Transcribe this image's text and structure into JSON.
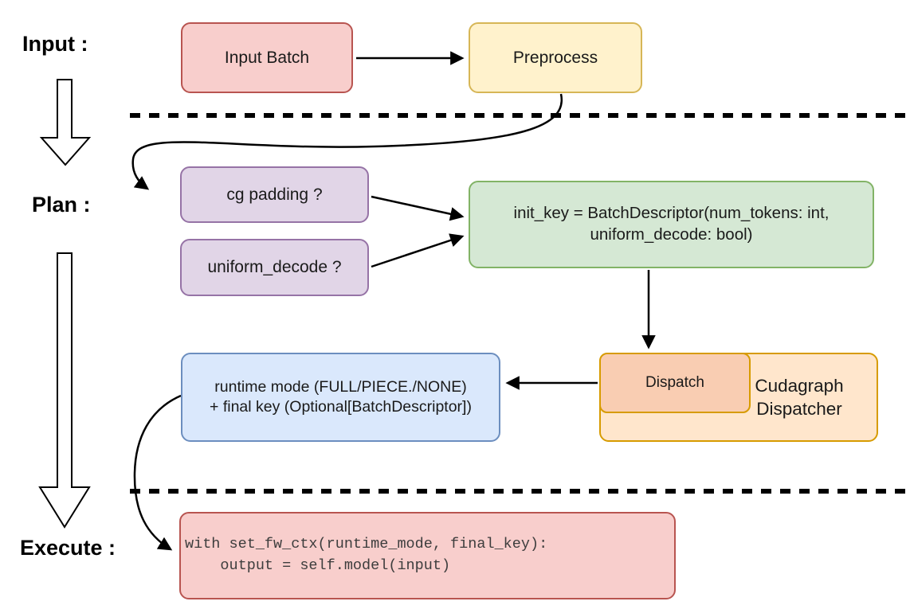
{
  "diagram": {
    "stages": {
      "input": "Input :",
      "plan": "Plan :",
      "execute": "Execute :"
    },
    "nodes": {
      "input_batch": {
        "label": "Input Batch",
        "fill": "#F8CECC",
        "stroke": "#B85450"
      },
      "preprocess": {
        "label": "Preprocess",
        "fill": "#FFF2CC",
        "stroke": "#D6B656"
      },
      "cg_padding": {
        "label": "cg padding ?",
        "fill": "#E1D5E7",
        "stroke": "#9673A6"
      },
      "uniform_decode": {
        "label": "uniform_decode ?",
        "fill": "#E1D5E7",
        "stroke": "#9673A6"
      },
      "init_key": {
        "line1": "init_key = BatchDescriptor(num_tokens: int,",
        "line2": "uniform_decode: bool)",
        "fill": "#D5E8D4",
        "stroke": "#82B366"
      },
      "dispatch": {
        "label": "Dispatch",
        "fill": "#F9CDB2",
        "stroke": "#D79B00"
      },
      "cudagraph_dispatcher": {
        "line1": "Cudagraph",
        "line2": "Dispatcher",
        "fill": "#FFE6CC",
        "stroke": "#D79B00"
      },
      "runtime_mode_key": {
        "line1": "runtime mode (FULL/PIECE./NONE)",
        "line2": "+ final key (Optional[BatchDescriptor])",
        "fill": "#DAE8FC",
        "stroke": "#6C8EBF"
      },
      "execute_code": {
        "line1": "with set_fw_ctx(runtime_mode, final_key):",
        "line2": "    output = self.model(input)",
        "fill": "#F8CECC",
        "stroke": "#B85450"
      }
    },
    "connector_color": "#000000"
  }
}
